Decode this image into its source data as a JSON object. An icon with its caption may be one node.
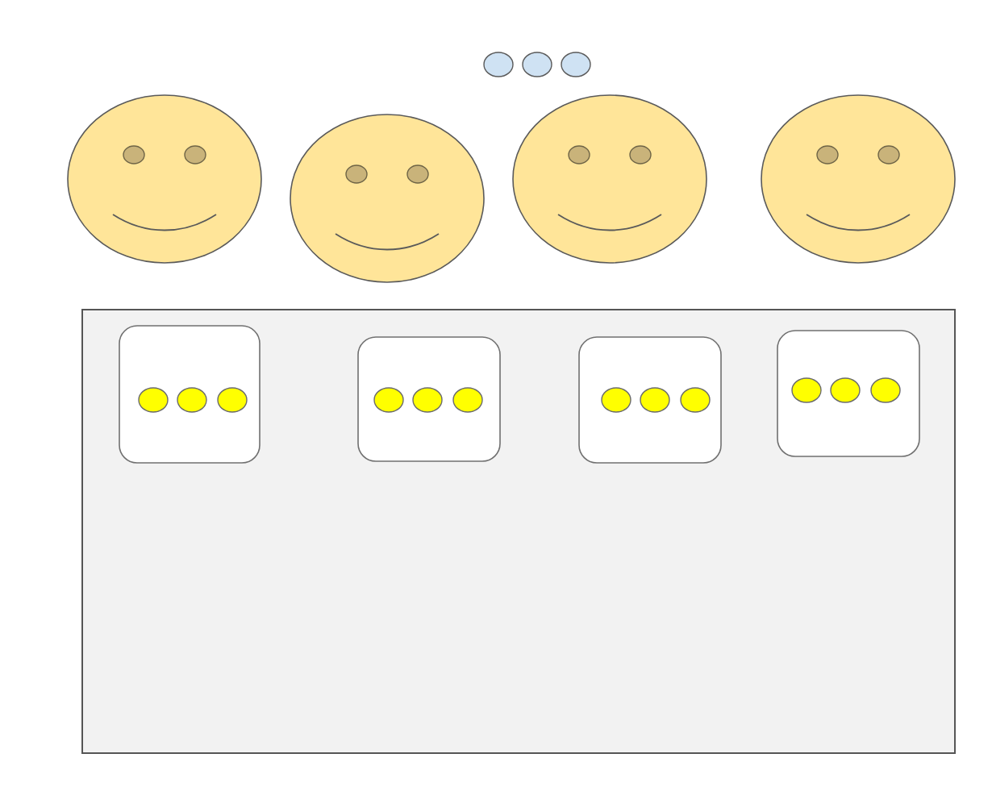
{
  "diagram": {
    "nodes": [
      {
        "text": [],
        "shape": "ellipse"
      },
      {
        "text": [],
        "shape": "ellipse"
      },
      {
        "text": [],
        "shape": "ellipse"
      },
      {
        "text": [],
        "shape": "smiley"
      },
      {
        "text": [],
        "shape": "smiley"
      },
      {
        "text": [],
        "shape": "smiley"
      },
      {
        "text": [],
        "shape": "smiley"
      },
      {
        "text": [],
        "shape": "box"
      },
      {
        "text": [],
        "shape": "box",
        "in": 7
      },
      {
        "text": [],
        "shape": "box",
        "in": 7
      },
      {
        "text": [],
        "shape": "box",
        "in": 7
      },
      {
        "text": [],
        "shape": "box",
        "in": 7
      },
      {
        "text": [],
        "shape": "ellipse",
        "in": 8
      },
      {
        "text": [],
        "shape": "ellipse",
        "in": 8
      },
      {
        "text": [],
        "shape": "ellipse",
        "in": 8
      },
      {
        "text": [],
        "shape": "ellipse",
        "in": 9
      },
      {
        "text": [],
        "shape": "ellipse",
        "in": 9
      },
      {
        "text": [],
        "shape": "ellipse",
        "in": 9
      },
      {
        "text": [],
        "shape": "ellipse",
        "in": 10
      },
      {
        "text": [],
        "shape": "ellipse",
        "in": 10
      },
      {
        "text": [],
        "shape": "ellipse",
        "in": 10
      },
      {
        "text": [],
        "shape": "ellipse",
        "in": 11
      },
      {
        "text": [],
        "shape": "ellipse",
        "in": 11
      },
      {
        "text": [],
        "shape": "ellipse",
        "in": 11
      }
    ]
  }
}
